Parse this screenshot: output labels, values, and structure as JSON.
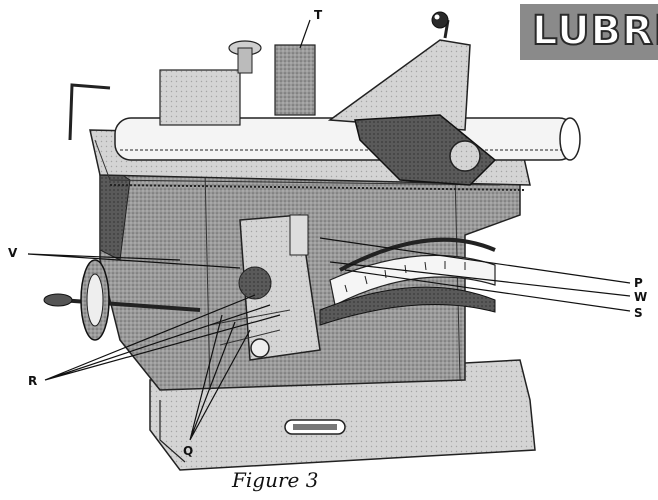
{
  "banner": {
    "text": "LUBRI"
  },
  "callouts": {
    "t": "T",
    "v": "V",
    "p": "P",
    "w": "W",
    "s": "S",
    "r": "R",
    "q": "Q"
  },
  "caption": "Figure 3"
}
